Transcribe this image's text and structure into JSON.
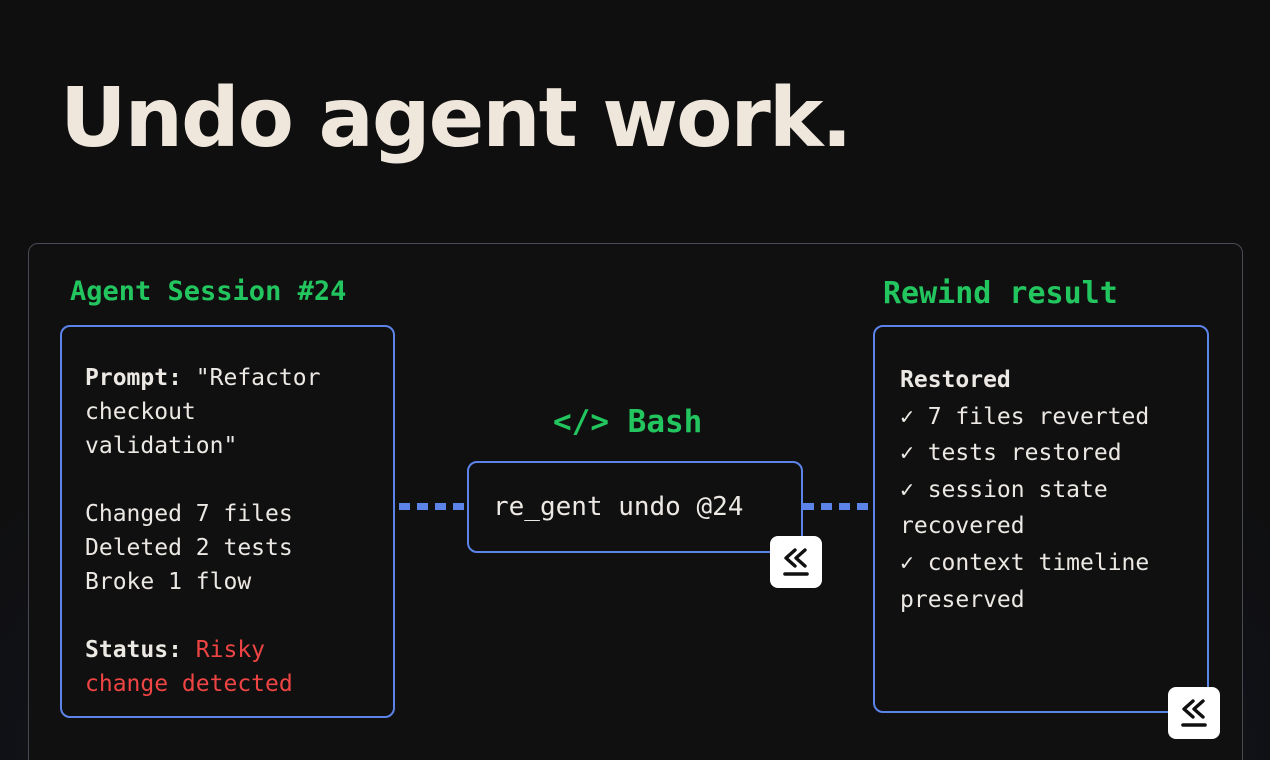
{
  "headline": "Undo agent work.",
  "session": {
    "label": "Agent Session #24",
    "prompt_key": "Prompt:",
    "prompt_lines": [
      "\"Refactor",
      "checkout",
      "validation\""
    ],
    "changes": [
      "Changed 7 files",
      "Deleted 2 tests",
      "Broke 1 flow"
    ],
    "status_key": "Status:",
    "status_lines": [
      "Risky",
      "change detected"
    ]
  },
  "command": {
    "label_icon": "code-brackets-icon",
    "label": "</>  Bash",
    "text": "re_gent undo @24"
  },
  "result": {
    "label": "Rewind result",
    "heading": "Restored",
    "lines": [
      "✓ 7 files reverted",
      "✓ tests restored",
      "✓ session state",
      "recovered",
      "✓ context timeline",
      "preserved"
    ]
  },
  "colors": {
    "accent_green": "#22c55e",
    "border_blue": "#5b83e8",
    "risk_red": "#ef4444",
    "headline": "#efe6dc",
    "background": "#0f0f10"
  },
  "logo_icon": "rewind-logo-icon"
}
